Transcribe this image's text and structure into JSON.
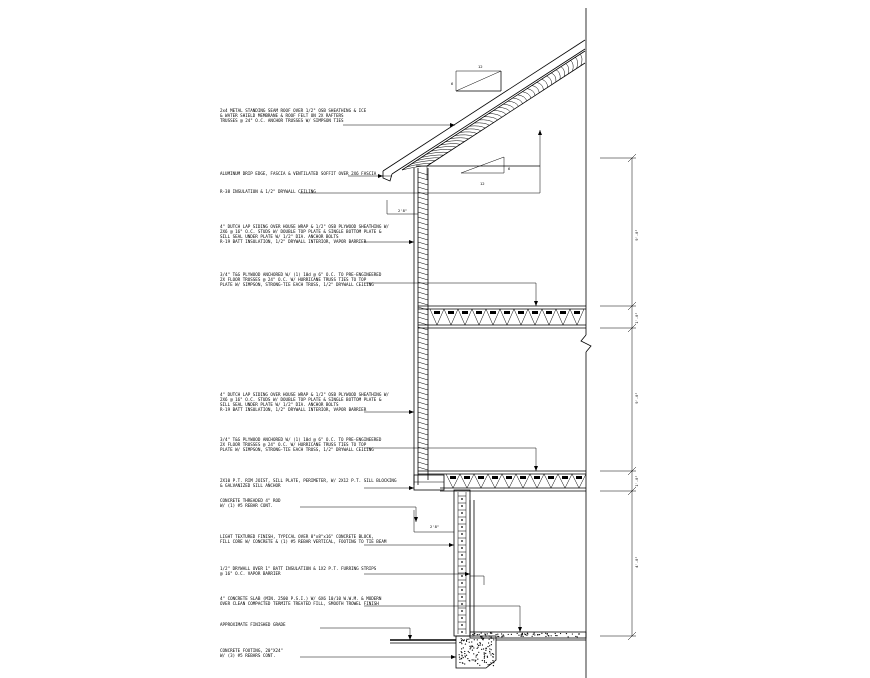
{
  "notes": [
    {
      "id": "roof",
      "lines": [
        "2x4 METAL STANDING SEAM ROOF OVER 1/2\" OSB SHEATHING & ICE",
        "& WATER SHIELD MEMBRANE & ROOF FELT ON 2X RAFTERS",
        "TRUSSES @ 24\" O.C. ANCHOR TRUSSES W/ SIMPSON TIES"
      ]
    },
    {
      "id": "soffit",
      "lines": [
        "ALUMINUM DRIP EDGE, FASCIA & VENTILATED SOFFIT OVER 2X6 FASCIA"
      ]
    },
    {
      "id": "ceiling",
      "lines": [
        "R-38 INSULATION & 1/2\" DRYWALL CEILING"
      ]
    },
    {
      "id": "wall-upper",
      "lines": [
        "4\" DUTCH LAP SIDING OVER HOUSE WRAP & 1/2\" OSB PLYWOOD SHEATHING W/",
        "2X6 @ 16\" O.C. STUDS W/ DOUBLE TOP PLATE & SINGLE BOTTOM PLATE &",
        "SILL SEAL UNDER PLATE W/ 1/2\" DIA. ANCHOR BOLTS",
        "R-19 BATT INSULATION, 1/2\" DRYWALL INTERIOR, VAPOR BARRIER"
      ]
    },
    {
      "id": "floor-upper",
      "lines": [
        "3/4\" T&G PLYWOOD ANCHORED W/ (1) 10d @ 6\" O.C. TO PRE-ENGINEERED",
        "2X FLOOR TRUSSES @ 24\" O.C. W/ HURRICANE TRUSS TIES TO TOP",
        "PLATE W/ SIMPSON, STRONG-TIE EACH TRUSS, 1/2\" DRYWALL CEILING"
      ]
    },
    {
      "id": "wall-lower",
      "lines": [
        "4\" DUTCH LAP SIDING OVER HOUSE WRAP & 1/2\" OSB PLYWOOD SHEATHING W/",
        "2X6 @ 16\" O.C. STUDS W/ DOUBLE TOP PLATE & SINGLE BOTTOM PLATE &",
        "SILL SEAL UNDER PLATE W/ 1/2\" DIA. ANCHOR BOLTS",
        "R-19 BATT INSULATION, 1/2\" DRYWALL INTERIOR, VAPOR BARRIER"
      ]
    },
    {
      "id": "floor-lower",
      "lines": [
        "3/4\" T&G PLYWOOD ANCHORED W/ (1) 10d @ 6\" O.C. TO PRE-ENGINEERED",
        "2X FLOOR TRUSSES @ 24\" O.C. W/ HURRICANE TRUSS TIES TO TOP",
        "PLATE W/ SIMPSON, STRONG-TIE EACH TRUSS, 1/2\" DRYWALL CEILING"
      ]
    },
    {
      "id": "sill",
      "lines": [
        "2X10 P.T. RIM JOIST, SILL PLATE, PERIMETER, W/ 2X12 P.T. SILL BLOCKING",
        "& GALVANIZED SILL ANCHOR"
      ]
    },
    {
      "id": "beam",
      "lines": [
        "CONCRETE THREADED 4\" ROD",
        "W/ (1) #5 REBAR CONT."
      ]
    },
    {
      "id": "block",
      "lines": [
        "LIGHT TEXTURED FINISH, TYPICAL OVER 8\"x8\"x16\" CONCRETE BLOCK,",
        "FILL CORE W/ CONCRETE & (1) #5 REBAR VERTICAL, FOOTING TO TIE BEAM"
      ]
    },
    {
      "id": "furring",
      "lines": [
        "1/2\" DRYWALL OVER 1\" BATT INSULATION & 1X2 P.T. FURRING STRIPS",
        "@ 16\" O.C. VAPOR BARRIER"
      ]
    },
    {
      "id": "slab",
      "lines": [
        "4\" CONCRETE SLAB (MIN. 2500 P.S.I.) W/ 6X6 10/10 W.W.M. & MODERN",
        "OVER CLEAN COMPACTED TERMITE TREATED FILL, SMOOTH TROWEL FINISH"
      ]
    },
    {
      "id": "grade",
      "lines": [
        "APPROXIMATE FINISHED GRADE"
      ]
    },
    {
      "id": "footing",
      "lines": [
        "CONCRETE FOOTING, 20\"X24\"",
        "W/ (3) #5 REBARS CONT."
      ]
    }
  ],
  "slope": {
    "rise": "6",
    "run": "12"
  },
  "small_dims": {
    "overhang": "2'8\"",
    "wall_offset": "2'8\""
  },
  "dimensions": [
    {
      "id": "upper-story",
      "label": "9'-0\""
    },
    {
      "id": "upper-floor",
      "label": "1'-0\""
    },
    {
      "id": "lower-story",
      "label": "9'-0\""
    },
    {
      "id": "lower-floor",
      "label": "1'-0\""
    },
    {
      "id": "foundation",
      "label": "4'-0\""
    }
  ]
}
